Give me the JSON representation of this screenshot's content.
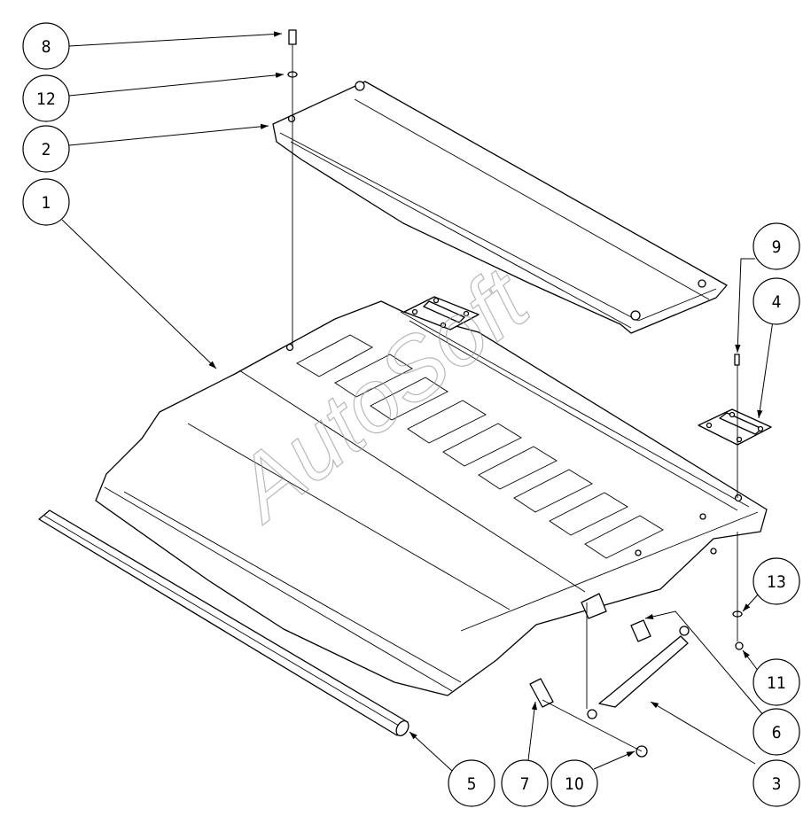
{
  "watermark": "AutoSoft",
  "callouts": [
    {
      "id": "c8",
      "label": "8"
    },
    {
      "id": "c12",
      "label": "12"
    },
    {
      "id": "c2",
      "label": "2"
    },
    {
      "id": "c1",
      "label": "1"
    },
    {
      "id": "c9",
      "label": "9"
    },
    {
      "id": "c4",
      "label": "4"
    },
    {
      "id": "c13",
      "label": "13"
    },
    {
      "id": "c11",
      "label": "11"
    },
    {
      "id": "c6",
      "label": "6"
    },
    {
      "id": "c3",
      "label": "3"
    },
    {
      "id": "c10",
      "label": "10"
    },
    {
      "id": "c7",
      "label": "7"
    },
    {
      "id": "c5",
      "label": "5"
    }
  ]
}
